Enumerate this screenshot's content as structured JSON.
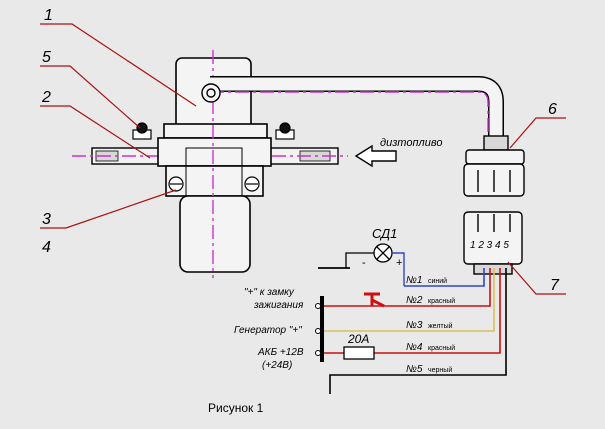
{
  "callouts": {
    "n1": "1",
    "n2": "2",
    "n3": "3",
    "n4": "4",
    "n5": "5",
    "n6": "6",
    "n7": "7"
  },
  "labels": {
    "fuel": "дизтопливо",
    "lamp": "СД1",
    "minus": "-",
    "plus": "+",
    "connector_pins": "1 2 3 4 5",
    "ignition_1": "\"+\" к замку",
    "ignition_2": "зажигания",
    "generator": "Генератор \"+\"",
    "battery_1": "АКБ +12В",
    "battery_2": "(+24В)",
    "fuse": "20А",
    "caption": "Рисунок 1"
  },
  "wires": {
    "w1_no": "№1",
    "w1_color": "синий",
    "w2_no": "№2",
    "w2_color": "красный",
    "w3_no": "№3",
    "w3_color": "желтый",
    "w4_no": "№4",
    "w4_color": "красный",
    "w5_no": "№5",
    "w5_color": "черный"
  },
  "colors": {
    "background": "#e9e9e9",
    "outline": "#000000",
    "centerline": "#cc33cc",
    "wire_blue": "#3344cc",
    "wire_red": "#cc1111",
    "wire_yellow": "#d8c060",
    "leader": "#aa1111"
  }
}
